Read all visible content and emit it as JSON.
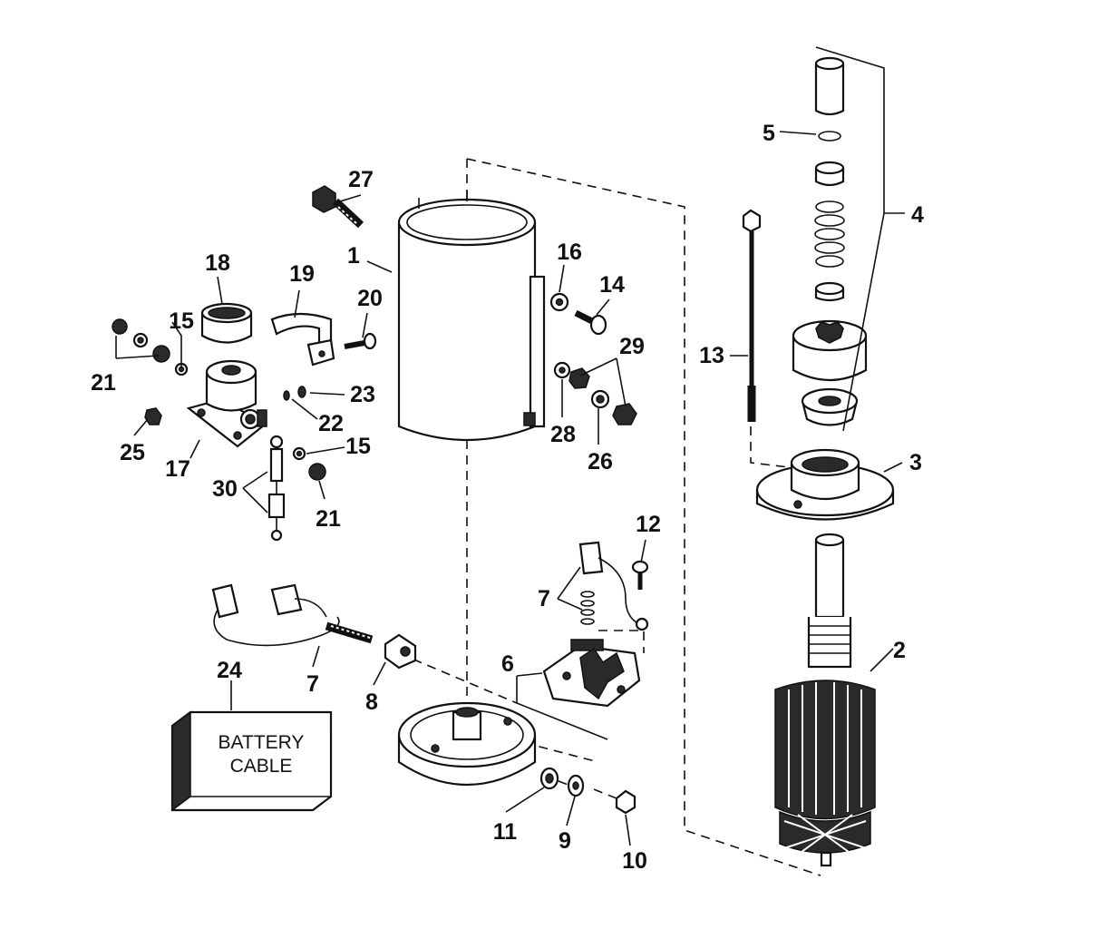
{
  "battery_cable_box": {
    "line1": "BATTERY",
    "line2": "CABLE"
  },
  "callouts": {
    "c1": "1",
    "c2": "2",
    "c3": "3",
    "c4": "4",
    "c5": "5",
    "c6": "6",
    "c7a": "7",
    "c7b": "7",
    "c8": "8",
    "c9": "9",
    "c10": "10",
    "c11": "11",
    "c12": "12",
    "c13": "13",
    "c14": "14",
    "c15a": "15",
    "c15b": "15",
    "c16": "16",
    "c17": "17",
    "c18": "18",
    "c19": "19",
    "c20": "20",
    "c21a": "21",
    "c21b": "21",
    "c22": "22",
    "c23": "23",
    "c24": "24",
    "c25": "25",
    "c26": "26",
    "c27": "27",
    "c28": "28",
    "c29": "29",
    "c30": "30"
  }
}
